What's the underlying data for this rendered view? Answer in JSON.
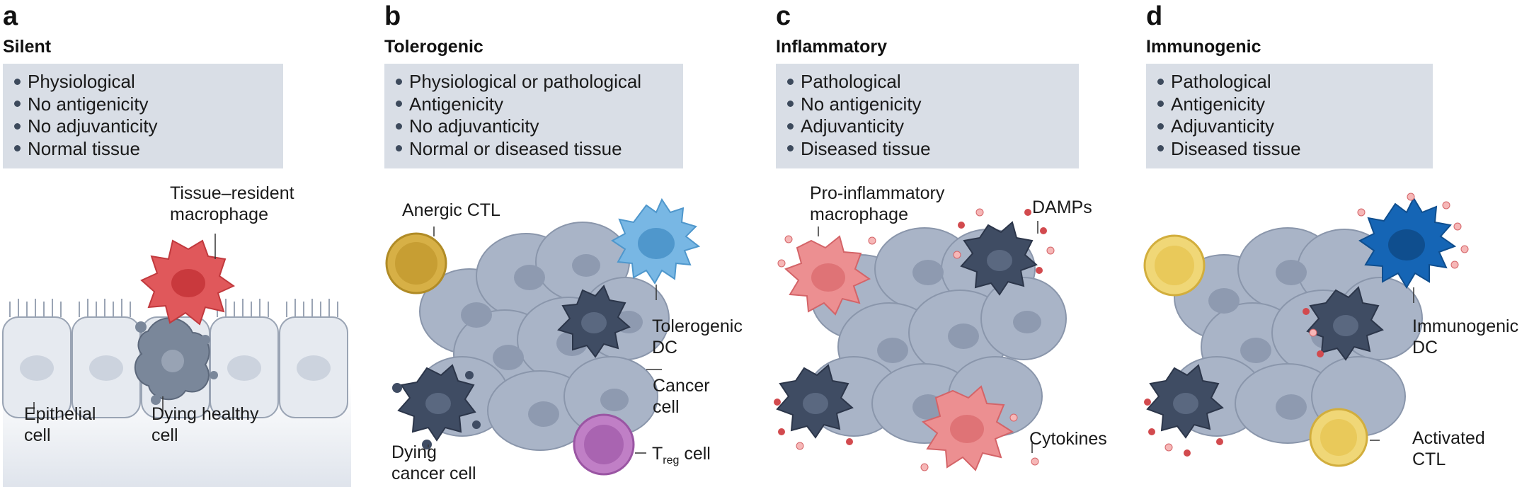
{
  "panels": [
    {
      "letter": "a",
      "title": "Silent",
      "properties": [
        "Physiological",
        "No antigenicity",
        "No adjuvanticity",
        "Normal tissue"
      ],
      "labels": {
        "macrophage": "Tissue–resident macrophage",
        "epithelial": "Epithelial cell",
        "dying": "Dying healthy cell"
      }
    },
    {
      "letter": "b",
      "title": "Tolerogenic",
      "properties": [
        "Physiological or pathological",
        "Antigenicity",
        "No adjuvanticity",
        "Normal or diseased tissue"
      ],
      "labels": {
        "anergic": "Anergic CTL",
        "tolerogenic_dc_1": "Tolerogenic",
        "tolerogenic_dc_2": "DC",
        "cancer_1": "Cancer",
        "cancer_2": "cell",
        "dying_1": "Dying",
        "dying_2": "cancer cell",
        "treg_main": "T",
        "treg_sub": "reg",
        "treg_rest": " cell"
      }
    },
    {
      "letter": "c",
      "title": "Inflammatory",
      "properties": [
        "Pathological",
        "No antigenicity",
        "Adjuvanticity",
        "Diseased tissue"
      ],
      "labels": {
        "proinflam_1": "Pro-inflammatory",
        "proinflam_2": "macrophage",
        "damps": "DAMPs",
        "cytokines": "Cytokines"
      }
    },
    {
      "letter": "d",
      "title": "Immunogenic",
      "properties": [
        "Pathological",
        "Antigenicity",
        "Adjuvanticity",
        "Diseased tissue"
      ],
      "labels": {
        "immuno_dc_1": "Immunogenic",
        "immuno_dc_2": "DC",
        "activated_1": "Activated",
        "activated_2": "CTL"
      }
    }
  ],
  "colors": {
    "box_bg": "#d9dee6",
    "tissue": "#a9b4c7",
    "dark_dc": "#3f4c63",
    "red_mac": "#e0585b",
    "pink_mac": "#ec8f91",
    "blue_dc": "#78b7e4",
    "deep_blue_dc": "#1565b5",
    "ctl_gold": "#d7b046",
    "ctl_yellow": "#f0d777",
    "treg_purple": "#c07fc6"
  }
}
